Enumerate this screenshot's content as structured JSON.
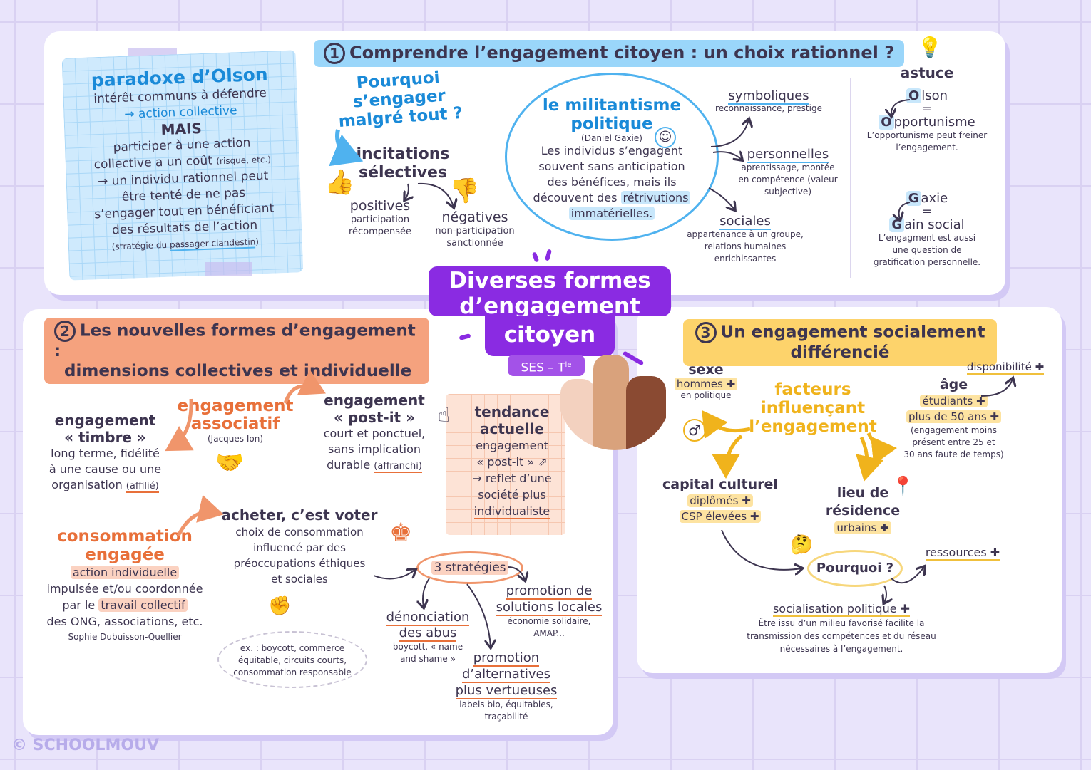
{
  "title": {
    "line1": "Diverses formes",
    "line2": "d’engagement",
    "line3": "citoyen",
    "badge": "SES – T",
    "badge_sup": "le"
  },
  "colors": {
    "purple": "#8a2be2",
    "blue": "#1a8ad8",
    "orange": "#e8703a",
    "yellow": "#f0b31c",
    "text": "#3d3550",
    "background": "#e9e4fb"
  },
  "section1": {
    "number": "1",
    "title": "Comprendre l’engagement citoyen : un choix rationnel ?",
    "olson": {
      "title": "paradoxe d’Olson",
      "lines": [
        "intérêt communs à défendre",
        "→ action collective",
        "MAIS",
        "participer à une action",
        "collective a un coût",
        "(risque, etc.)",
        "→ un individu rationnel peut",
        "être tenté de ne pas",
        "s’engager tout en bénéficiant",
        "des résultats de l’action",
        "(stratégie du ",
        "passager clandestin",
        ")"
      ]
    },
    "question": [
      "Pourquoi",
      "s’engager",
      "malgré tout ?"
    ],
    "incitations": {
      "title": [
        "incitations",
        "sélectives"
      ],
      "positive": {
        "label": "positives",
        "desc": [
          "participation",
          "récompensée"
        ]
      },
      "negative": {
        "label": "négatives",
        "desc": [
          "non-participation",
          "sanctionnée"
        ]
      }
    },
    "militantisme": {
      "title": [
        "le militantisme",
        "politique"
      ],
      "author": "(Daniel Gaxie)",
      "text": [
        "Les individus s’engagent",
        "souvent sans anticipation",
        "des bénéfices, mais ils",
        "découvent des ",
        "rétrivutions",
        "immatérielles."
      ]
    },
    "retributions": [
      {
        "label": "symboliques",
        "desc": [
          "reconnaissance, prestige"
        ]
      },
      {
        "label": "personnelles",
        "desc": [
          "aprentissage, montée",
          "en compétence (valeur",
          "subjective)"
        ]
      },
      {
        "label": "sociales",
        "desc": [
          "appartenance à un groupe,",
          "relations humaines",
          "enrichissantes"
        ]
      }
    ],
    "astuce": {
      "title": "astuce",
      "items": [
        {
          "word_letter": "O",
          "word_rest": "lson",
          "eq": "=",
          "meaning_letter": "O",
          "meaning_rest": "pportunisme",
          "desc": [
            "L’opportunisme peut freiner",
            "l’engagement."
          ]
        },
        {
          "word_letter": "G",
          "word_rest": "axie",
          "eq": "=",
          "meaning_letter": "G",
          "meaning_rest": "ain social",
          "desc": [
            "L’engagment est aussi",
            "une question de",
            "gratification personnelle."
          ]
        }
      ]
    }
  },
  "section2": {
    "number": "2",
    "title": [
      "Les nouvelles formes d’engagement :",
      "dimensions collectives et individuelle"
    ],
    "associatif": {
      "title": [
        "engagement",
        "associatif"
      ],
      "author": "(Jacques Ion)"
    },
    "timbre": {
      "title": [
        "engagement",
        "« timbre »"
      ],
      "desc": [
        "long terme, fidélité",
        "à une cause ou une",
        "organisation "
      ],
      "tag": "(affilié)"
    },
    "postit": {
      "title": [
        "engagement",
        "« post-it »"
      ],
      "desc": [
        "court et ponctuel,",
        "sans implication",
        "durable "
      ],
      "tag": "(affranchi)"
    },
    "tendance": {
      "title": [
        "tendance",
        "actuelle"
      ],
      "lines": [
        "engagement",
        "« post-it » ⇗",
        "→ reflet d’une",
        "société plus",
        "individualiste"
      ]
    },
    "consommation": {
      "title": [
        "consommation",
        "engagée"
      ],
      "hl1": "action individuelle",
      "line2": "impulsée et/ou coordonnée",
      "line3_pre": "par le ",
      "hl2": "travail collectif",
      "line4": "des ONG, associations, etc.",
      "author": "Sophie Dubuisson-Quellier"
    },
    "acheter": {
      "title": "acheter, c’est voter",
      "desc": [
        "choix de consommation",
        "influencé par des",
        "préoccupations éthiques",
        "et sociales"
      ],
      "examples": [
        "ex. : boycott, commerce",
        "équitable, circuits courts,",
        "consommation responsable"
      ]
    },
    "strategies": {
      "label": "3 stratégies",
      "items": [
        {
          "title": [
            "dénonciation",
            "des abus"
          ],
          "desc": [
            "boycott, « name",
            "and shame »"
          ]
        },
        {
          "title": [
            "promotion",
            "d’alternatives",
            "plus vertueuses"
          ],
          "desc": [
            "labels bio, équitables,",
            "traçabilité"
          ]
        },
        {
          "title": [
            "promotion de",
            "solutions locales"
          ],
          "desc": [
            "économie solidaire,",
            "AMAP..."
          ]
        }
      ]
    }
  },
  "section3": {
    "number": "3",
    "title": [
      "Un engagement socialement",
      "différencié"
    ],
    "center": [
      "facteurs",
      "influençant",
      "l’engagement"
    ],
    "sexe": {
      "title": "sexe",
      "tag": "hommes ✚",
      "desc": "en politique",
      "icon": "♂"
    },
    "age": {
      "title": "âge",
      "tags": [
        "étudiants ✚",
        "plus de 50 ans ✚"
      ],
      "desc": [
        "(engagement moins",
        "présent entre 25 et",
        "30 ans faute de temps)"
      ],
      "note": "disponibilité ✚"
    },
    "capital": {
      "title": "capital culturel",
      "tags": [
        "diplômés ✚",
        "CSP élevées ✚"
      ]
    },
    "lieu": {
      "title": [
        "lieu de",
        "résidence"
      ],
      "tag": "urbains ✚"
    },
    "pourquoi": {
      "label": "Pourquoi ?",
      "ressources": "ressources ✚",
      "socialisation": "socialisation politique ✚",
      "desc": [
        "Être issu d’un milieu favorisé facilite la",
        "transmission des compétences et du réseau",
        "nécessaires à l’engagement."
      ]
    }
  },
  "footer": {
    "copyright": "©",
    "brand": "SCHOOLMOUV"
  }
}
